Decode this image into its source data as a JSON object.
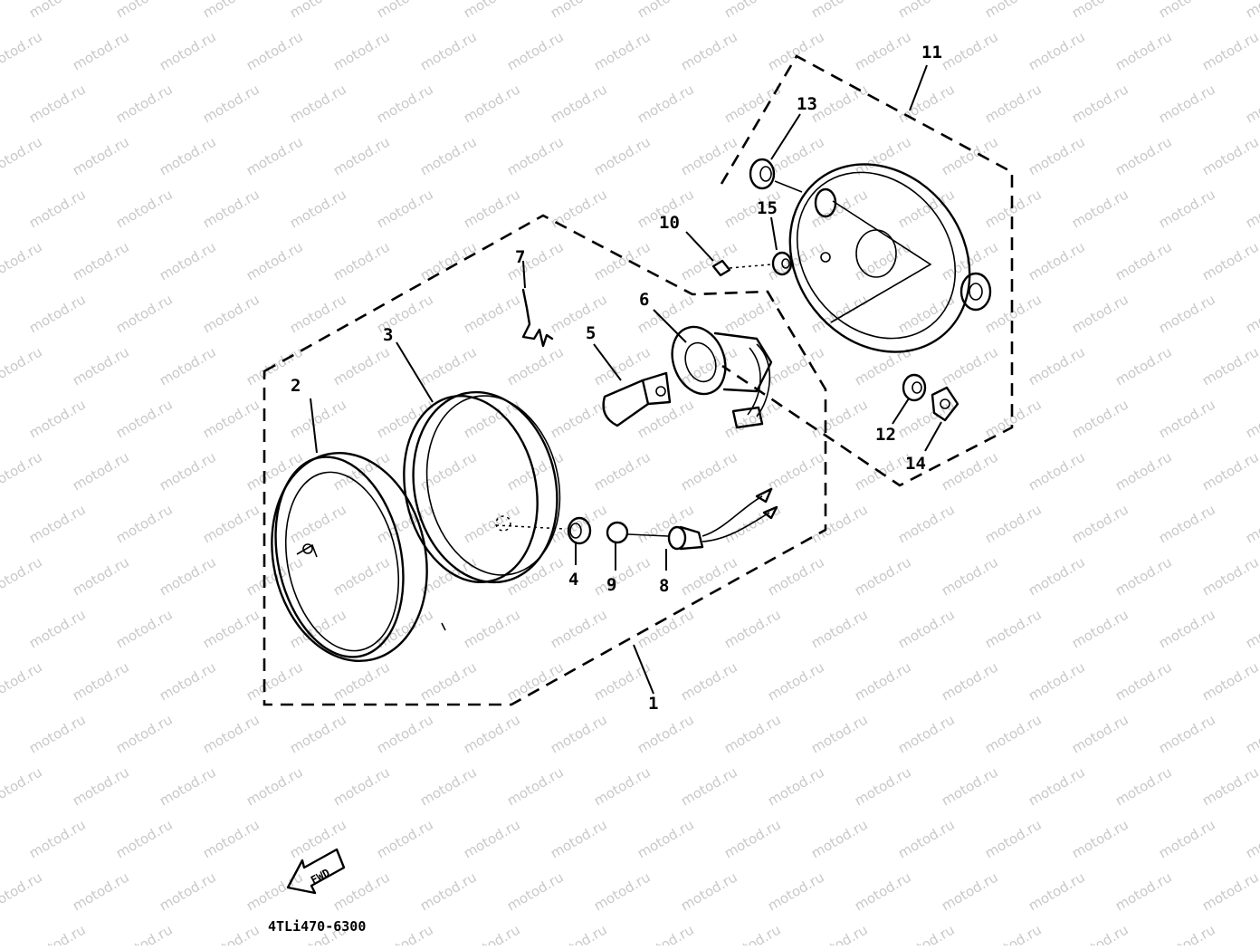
{
  "watermark": "motod.ru",
  "callouts": [
    "1",
    "2",
    "3",
    "4",
    "5",
    "6",
    "7",
    "8",
    "9",
    "10",
    "11",
    "12",
    "13",
    "14",
    "15"
  ],
  "fwd_label": "FWD",
  "diagram_code": "4TLi470-6300"
}
